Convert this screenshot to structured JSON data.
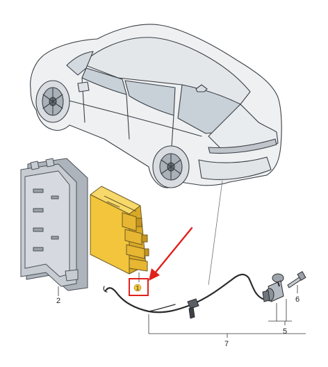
{
  "callouts": {
    "c1": "1",
    "c2": "2",
    "c5": "5",
    "c6": "6",
    "c7": "7"
  },
  "colors": {
    "car_body": "#eef0f2",
    "car_outline": "#3a3f45",
    "glass": "#c9d1d8",
    "module_fill": "#f3c53c",
    "module_outline": "#6b5a20",
    "bracket_fill": "#c7ccd3",
    "bracket_outline": "#4b5057",
    "highlight_box": "#e0201b",
    "arrow": "#e0201b",
    "wire": "#2b2b2b"
  },
  "icons": {
    "arrow": "red-arrow-icon",
    "highlight": "red-highlight-box"
  }
}
